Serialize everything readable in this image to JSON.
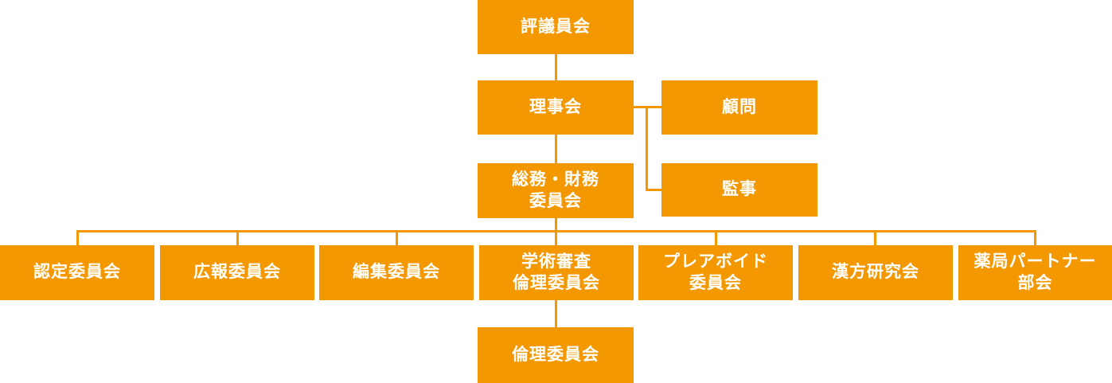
{
  "org_chart": {
    "colors": {
      "box": "#F39800",
      "text": "#FFFFFF",
      "line": "#F39800"
    },
    "nodes": {
      "council": {
        "label": "評議員会"
      },
      "board_of_directors": {
        "label": "理事会"
      },
      "advisor": {
        "label": "顧問"
      },
      "general_affairs_finance_committee": {
        "label": "総務・財務\n委員会"
      },
      "auditor": {
        "label": "監事"
      },
      "certification_committee": {
        "label": "認定委員会"
      },
      "public_relations_committee": {
        "label": "広報委員会"
      },
      "editorial_committee": {
        "label": "編集委員会"
      },
      "academic_review_ethics_committee": {
        "label": "学術審査\n倫理委員会"
      },
      "preavoid_committee": {
        "label": "プレアボイド\n委員会"
      },
      "kampo_research_group": {
        "label": "漢方研究会"
      },
      "pharmacy_partner_subcommittee": {
        "label": "薬局パートナー\n部会"
      },
      "ethics_committee": {
        "label": "倫理委員会"
      }
    }
  }
}
